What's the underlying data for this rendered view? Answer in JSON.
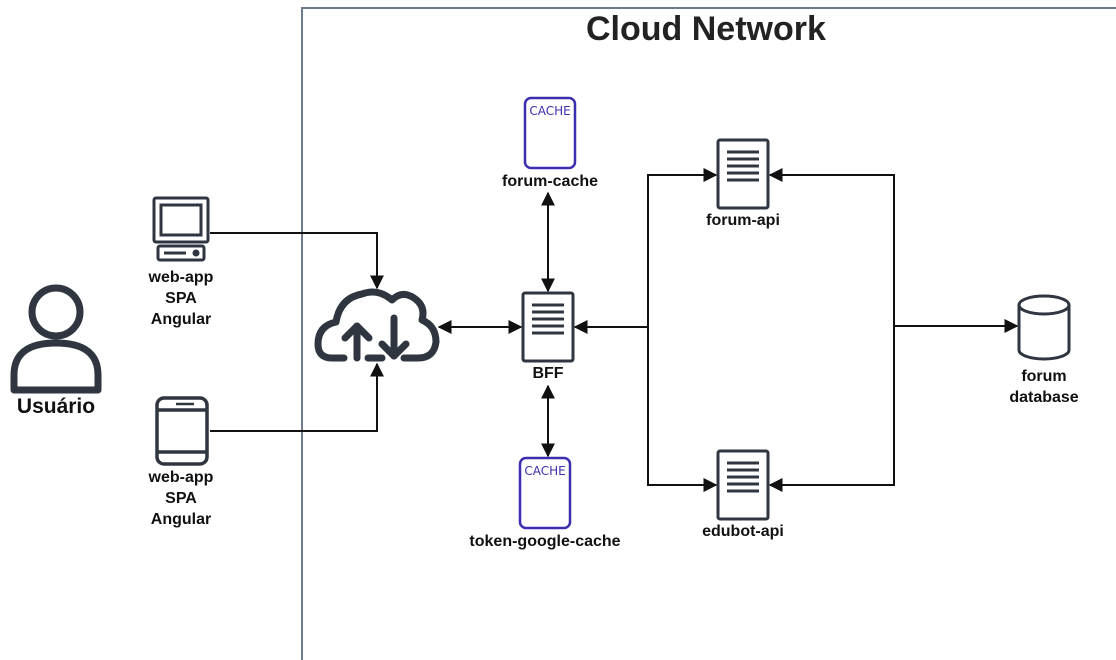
{
  "title": "Cloud Network",
  "nodes": {
    "user": "Usuário",
    "webapp_desktop": [
      "web-app",
      "SPA",
      "Angular"
    ],
    "webapp_mobile": [
      "web-app",
      "SPA",
      "Angular"
    ],
    "forum_cache": "forum-cache",
    "forum_cache_badge": "CACHE",
    "token_cache": "token-google-cache",
    "token_cache_badge": "CACHE",
    "bff": "BFF",
    "forum_api": "forum-api",
    "edubot_api": "edubot-api",
    "forum_database": [
      "forum",
      "database"
    ]
  },
  "colors": {
    "line": "#111111",
    "icon": "#2f3640",
    "cache": "#3b2fb0",
    "boundary": "#6b7a8c"
  }
}
